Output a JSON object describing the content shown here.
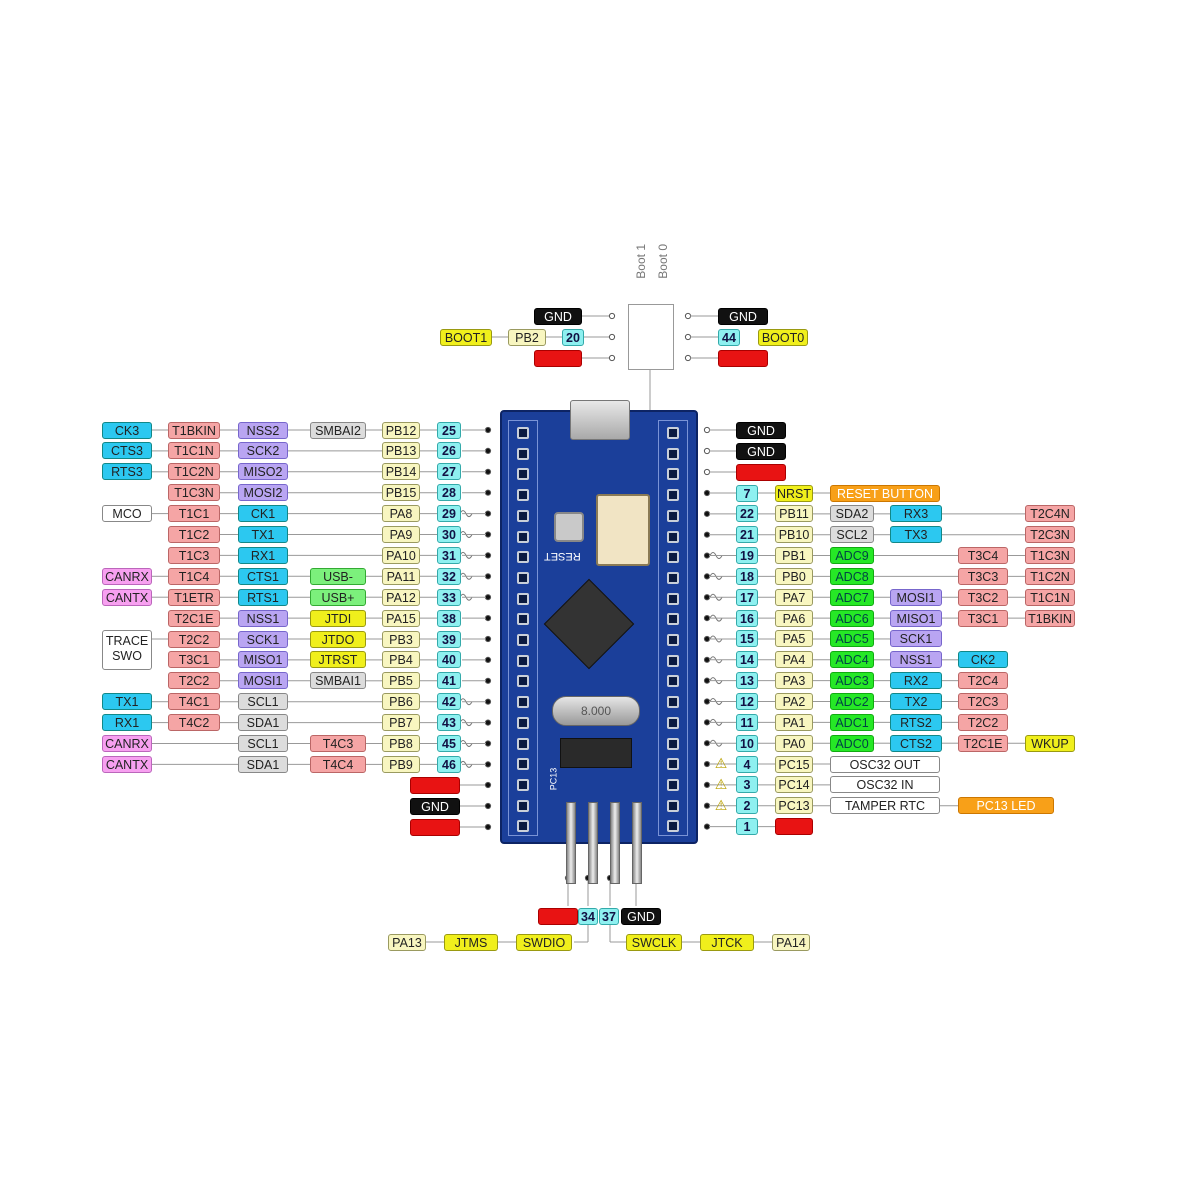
{
  "top_header": {
    "boot_labels": [
      "Boot 1",
      "Boot 0"
    ],
    "left": [
      {
        "text": "GND",
        "color": "black"
      },
      {
        "text": "BOOT1",
        "color": "yellow"
      },
      {
        "text": "PB2",
        "color": "tan"
      },
      {
        "text": "20",
        "color": "cyan"
      },
      {
        "text": "",
        "color": "red"
      }
    ],
    "right": [
      {
        "text": "GND",
        "color": "black"
      },
      {
        "text": "44",
        "color": "cyan"
      },
      {
        "text": "BOOT0",
        "color": "yellow"
      },
      {
        "text": "",
        "color": "red"
      }
    ]
  },
  "left_rows": [
    {
      "num": "25",
      "port": "PB12",
      "labels": [
        "CK3",
        "T1BKIN",
        "NSS2",
        "SMBAI2"
      ]
    },
    {
      "num": "26",
      "port": "PB13",
      "labels": [
        "CTS3",
        "T1C1N",
        "SCK2",
        ""
      ]
    },
    {
      "num": "27",
      "port": "PB14",
      "labels": [
        "RTS3",
        "T1C2N",
        "MISO2",
        ""
      ]
    },
    {
      "num": "28",
      "port": "PB15",
      "labels": [
        "",
        "T1C3N",
        "MOSI2",
        ""
      ]
    },
    {
      "num": "29",
      "port": "PA8",
      "labels": [
        "MCO",
        "T1C1",
        "CK1",
        ""
      ]
    },
    {
      "num": "30",
      "port": "PA9",
      "labels": [
        "",
        "T1C2",
        "TX1",
        ""
      ]
    },
    {
      "num": "31",
      "port": "PA10",
      "labels": [
        "",
        "T1C3",
        "RX1",
        ""
      ]
    },
    {
      "num": "32",
      "port": "PA11",
      "labels": [
        "CANRX",
        "T1C4",
        "CTS1",
        "USB-"
      ]
    },
    {
      "num": "33",
      "port": "PA12",
      "labels": [
        "CANTX",
        "T1ETR",
        "RTS1",
        "USB+"
      ]
    },
    {
      "num": "38",
      "port": "PA15",
      "labels": [
        "",
        "T2C1E",
        "NSS1",
        "JTDI"
      ]
    },
    {
      "num": "39",
      "port": "PB3",
      "labels": [
        "TRACE SWO",
        "T2C2",
        "SCK1",
        "JTDO"
      ]
    },
    {
      "num": "40",
      "port": "PB4",
      "labels": [
        "",
        "T3C1",
        "MISO1",
        "JTRST"
      ]
    },
    {
      "num": "41",
      "port": "PB5",
      "labels": [
        "",
        "T2C2",
        "MOSI1",
        "SMBAI1"
      ]
    },
    {
      "num": "42",
      "port": "PB6",
      "labels": [
        "TX1",
        "T4C1",
        "SCL1",
        ""
      ]
    },
    {
      "num": "43",
      "port": "PB7",
      "labels": [
        "RX1",
        "T4C2",
        "SDA1",
        ""
      ]
    },
    {
      "num": "45",
      "port": "PB8",
      "labels": [
        "CANRX",
        "",
        "SCL1",
        "T4C3"
      ]
    },
    {
      "num": "46",
      "port": "PB9",
      "labels": [
        "CANTX",
        "",
        "SDA1",
        "T4C4"
      ]
    }
  ],
  "left_power": [
    "",
    "GND",
    ""
  ],
  "right_power_top": [
    "GND",
    "GND",
    ""
  ],
  "right_rows": [
    {
      "num": "7",
      "port": "NRST",
      "labels": [
        "RESET BUTTON"
      ]
    },
    {
      "num": "22",
      "port": "PB11",
      "labels": [
        "SDA2",
        "RX3",
        "",
        "",
        "T2C4N"
      ]
    },
    {
      "num": "21",
      "port": "PB10",
      "labels": [
        "SCL2",
        "TX3",
        "",
        "",
        "T2C3N"
      ]
    },
    {
      "num": "19",
      "port": "PB1",
      "labels": [
        "ADC9",
        "",
        "",
        "T3C4",
        "T1C3N"
      ]
    },
    {
      "num": "18",
      "port": "PB0",
      "labels": [
        "ADC8",
        "",
        "",
        "T3C3",
        "T1C2N"
      ]
    },
    {
      "num": "17",
      "port": "PA7",
      "labels": [
        "ADC7",
        "MOSI1",
        "",
        "T3C2",
        "T1C1N"
      ]
    },
    {
      "num": "16",
      "port": "PA6",
      "labels": [
        "ADC6",
        "MISO1",
        "",
        "T3C1",
        "T1BKIN"
      ]
    },
    {
      "num": "15",
      "port": "PA5",
      "labels": [
        "ADC5",
        "SCK1",
        "",
        "",
        ""
      ]
    },
    {
      "num": "14",
      "port": "PA4",
      "labels": [
        "ADC4",
        "NSS1",
        "CK2",
        "",
        ""
      ]
    },
    {
      "num": "13",
      "port": "PA3",
      "labels": [
        "ADC3",
        "RX2",
        "",
        "T2C4",
        ""
      ]
    },
    {
      "num": "12",
      "port": "PA2",
      "labels": [
        "ADC2",
        "TX2",
        "",
        "T2C3",
        ""
      ]
    },
    {
      "num": "11",
      "port": "PA1",
      "labels": [
        "ADC1",
        "RTS2",
        "",
        "T2C2",
        ""
      ]
    },
    {
      "num": "10",
      "port": "PA0",
      "labels": [
        "ADC0",
        "CTS2",
        "",
        "T2C1E",
        "WKUP"
      ]
    },
    {
      "num": "4",
      "port": "PC15",
      "labels": [
        "OSC32 OUT"
      ]
    },
    {
      "num": "3",
      "port": "PC14",
      "labels": [
        "OSC32 IN"
      ]
    },
    {
      "num": "2",
      "port": "PC13",
      "labels": [
        "TAMPER RTC",
        "PC13 LED"
      ]
    },
    {
      "num": "1",
      "port": "",
      "labels": []
    }
  ],
  "bottom": {
    "pins": [
      "",
      "34",
      "37",
      "GND"
    ],
    "left_chain": [
      "PA13",
      "JTMS",
      "SWDIO"
    ],
    "right_chain": [
      "SWCLK",
      "JTCK",
      "PA14"
    ]
  },
  "board": {
    "reset_label": "RESET",
    "crystal_label": "8.000",
    "pc13_label": "PC13",
    "color": "#1b3f9a"
  }
}
